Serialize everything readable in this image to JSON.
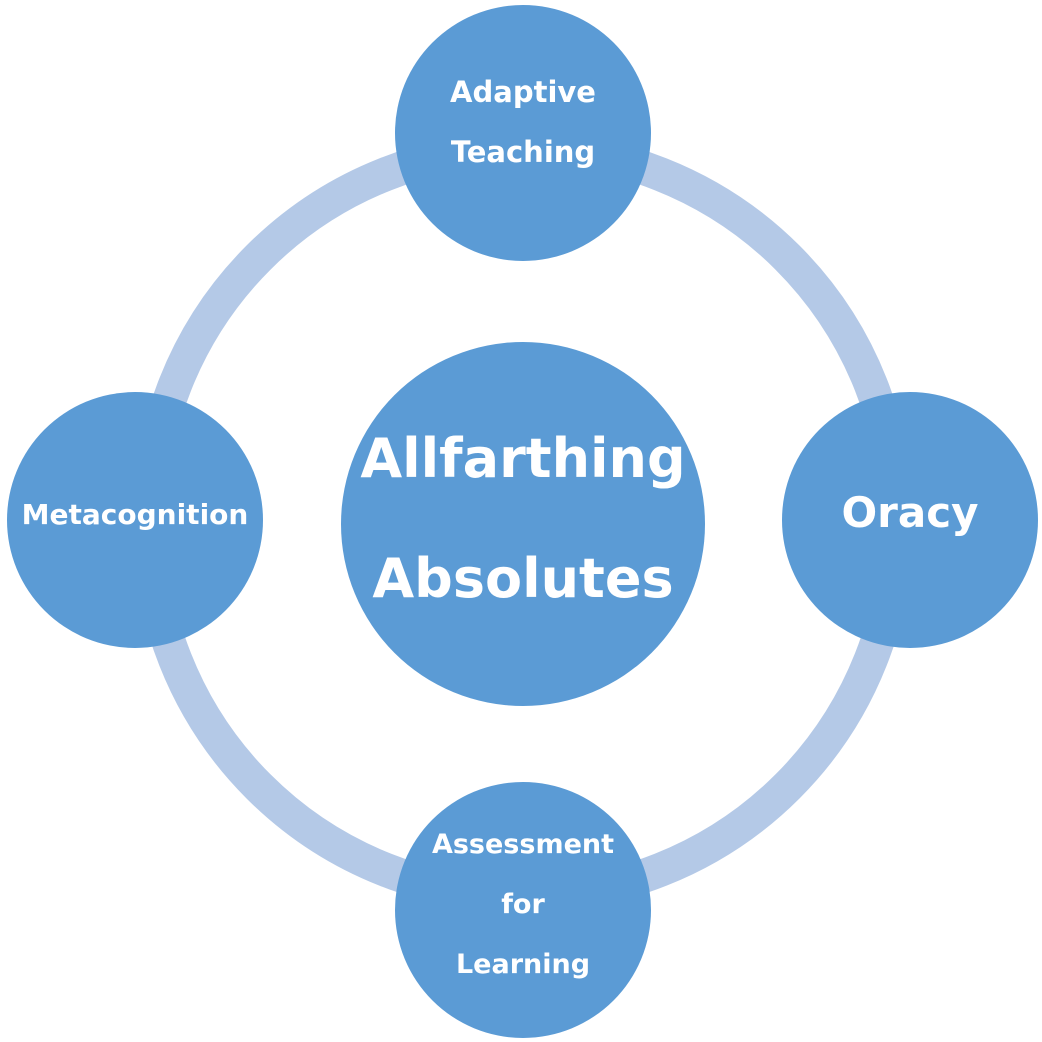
{
  "diagram": {
    "center": {
      "lines": [
        "Allfarthing",
        "Absolutes"
      ]
    },
    "nodes": {
      "top": {
        "lines": [
          "Adaptive",
          "Teaching"
        ]
      },
      "right": {
        "lines": [
          "Oracy"
        ]
      },
      "bottom": {
        "lines": [
          "Assessment",
          "for",
          "Learning"
        ]
      },
      "left": {
        "lines": [
          "Metacognition"
        ]
      }
    },
    "colors": {
      "node_fill": "#5b9bd5",
      "ring": "#b4c9e7",
      "text": "#ffffff"
    }
  }
}
